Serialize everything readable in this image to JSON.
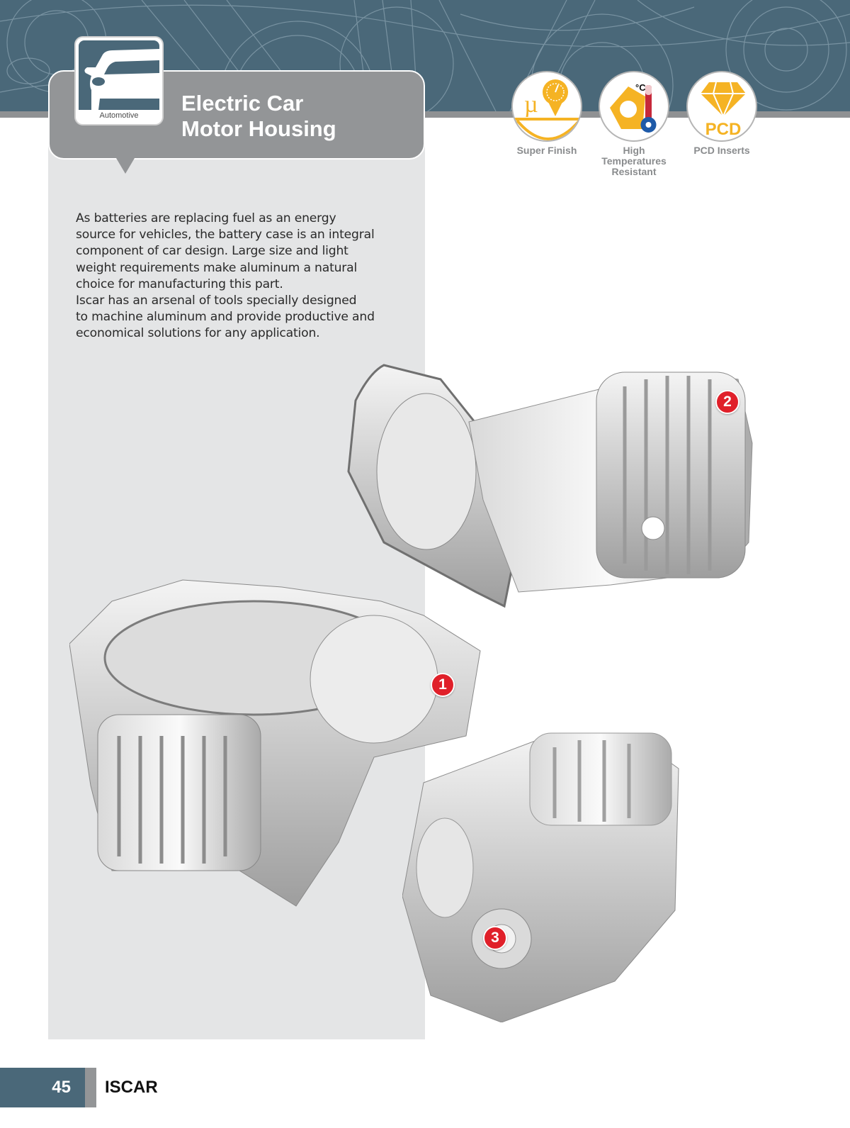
{
  "header": {
    "category": {
      "icon": "car-icon",
      "label": "Automotive"
    },
    "title_line1": "Electric Car",
    "title_line2": "Motor Housing"
  },
  "features": [
    {
      "icon": "super-finish-icon",
      "label": "Super Finish",
      "glyph": "µ"
    },
    {
      "icon": "high-temperature-icon",
      "label": "High Temperatures Resistant",
      "glyph": "°C"
    },
    {
      "icon": "pcd-diamond-icon",
      "label": "PCD Inserts",
      "glyph": "PCD"
    }
  ],
  "body": {
    "paragraph1": "As batteries are replacing fuel as an energy\nsource for vehicles, the battery case is an integral\ncomponent of car design. Large size and light\nweight requirements make aluminum a natural\nchoice for manufacturing this part.",
    "paragraph2": "Iscar has an arsenal of tools specially designed\nto machine aluminum and provide productive and\neconomical solutions for any application."
  },
  "parts": [
    {
      "marker": "1",
      "description": "motor housing open view"
    },
    {
      "marker": "2",
      "description": "motor housing side view"
    },
    {
      "marker": "3",
      "description": "motor housing rear view"
    }
  ],
  "footer": {
    "page_number": "45",
    "brand": "ISCAR"
  },
  "colors": {
    "banner": "#4a6879",
    "accent_gray": "#939597",
    "panel": "#e4e5e6",
    "icon_yellow": "#f5b324",
    "marker_red": "#e0202a"
  }
}
